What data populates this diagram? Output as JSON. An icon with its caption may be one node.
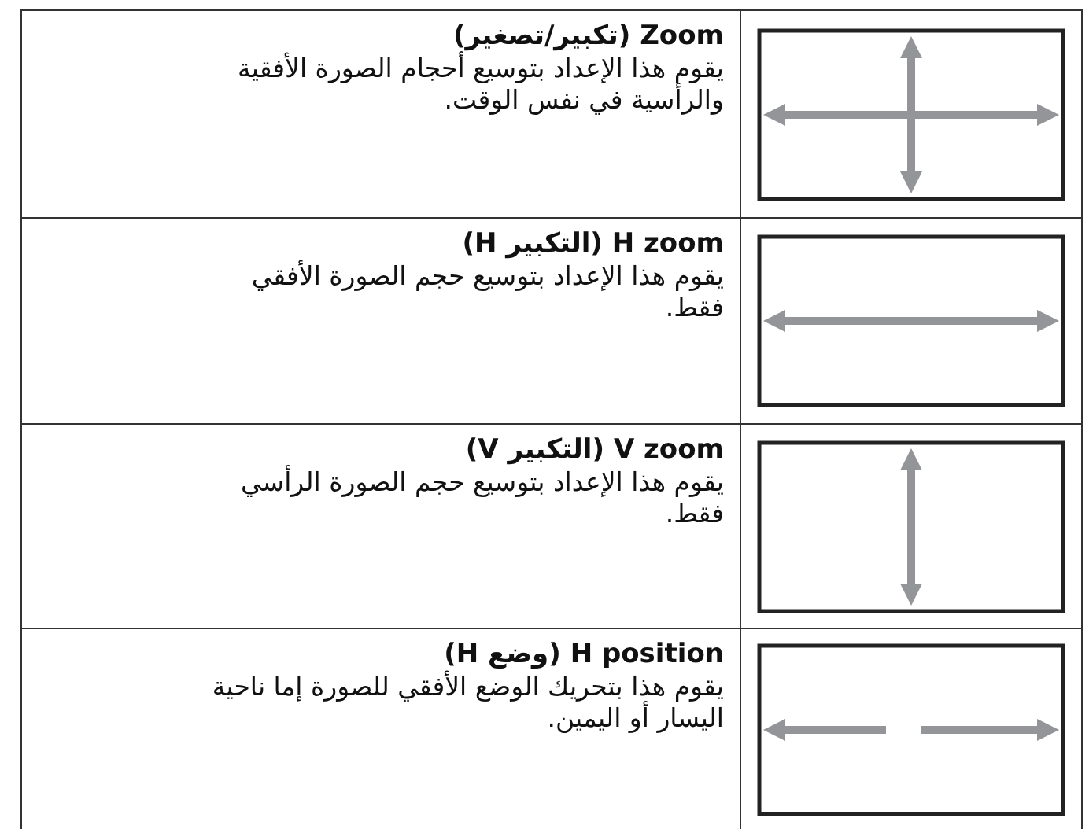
{
  "diagram": {
    "labels": [
      "Zoom (تكبير/تصغير)",
      "يقوم هذا الإعداد بتوسيع أحجام الصورة الأفقية والرأسية في نفس الوقت.",
      "H zoom (التكبير H)",
      "يقوم هذا الإعداد بتوسيع حجم الصورة الأفقي فقط.",
      "V zoom (التكبير V)",
      "يقوم هذا الإعداد بتوسيع حجم الصورة الرأسي فقط.",
      "H position (وضع H)",
      "يقوم هذا بتحريك الوضع الأفقي للصورة إما ناحية اليسار أو اليمين."
    ]
  }
}
